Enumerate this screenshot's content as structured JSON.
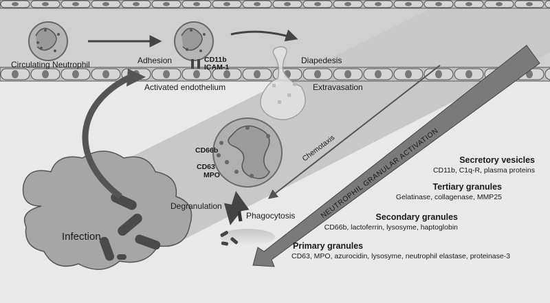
{
  "labels": {
    "circulating_neutrophil": "Circulating Neutrophil",
    "adhesion": "Adhesion",
    "cd11b": "CD11b",
    "icam1": "ICAM-1",
    "diapedesis": "Diapedesis",
    "activated_endothelium": "Activated endothelium",
    "extravasation": "Extravasation",
    "chemotaxis": "Chemotaxis",
    "neutrophil_granular_activation": "NEUTROPHIL GRANULAR ACTIVATION",
    "cd66b": "CD66b",
    "cd63": "CD63",
    "mpo": "MPO",
    "degranulation": "Degranulation",
    "phagocytosis": "Phagocytosis",
    "infection": "Infection"
  },
  "granules": [
    {
      "name": "Secretory vesicles",
      "contents": "CD11b, C1q-R, plasma proteins"
    },
    {
      "name": "Tertiary granules",
      "contents": "Gelatinase, collagenase, MMP25"
    },
    {
      "name": "Secondary granules",
      "contents": "CD66b, lactoferrin, lysosyme, haptoglobin"
    },
    {
      "name": "Primary granules",
      "contents": "CD63, MPO,  azurocidin, lysosyme, neutrophil elastase, proteinase-3"
    }
  ]
}
